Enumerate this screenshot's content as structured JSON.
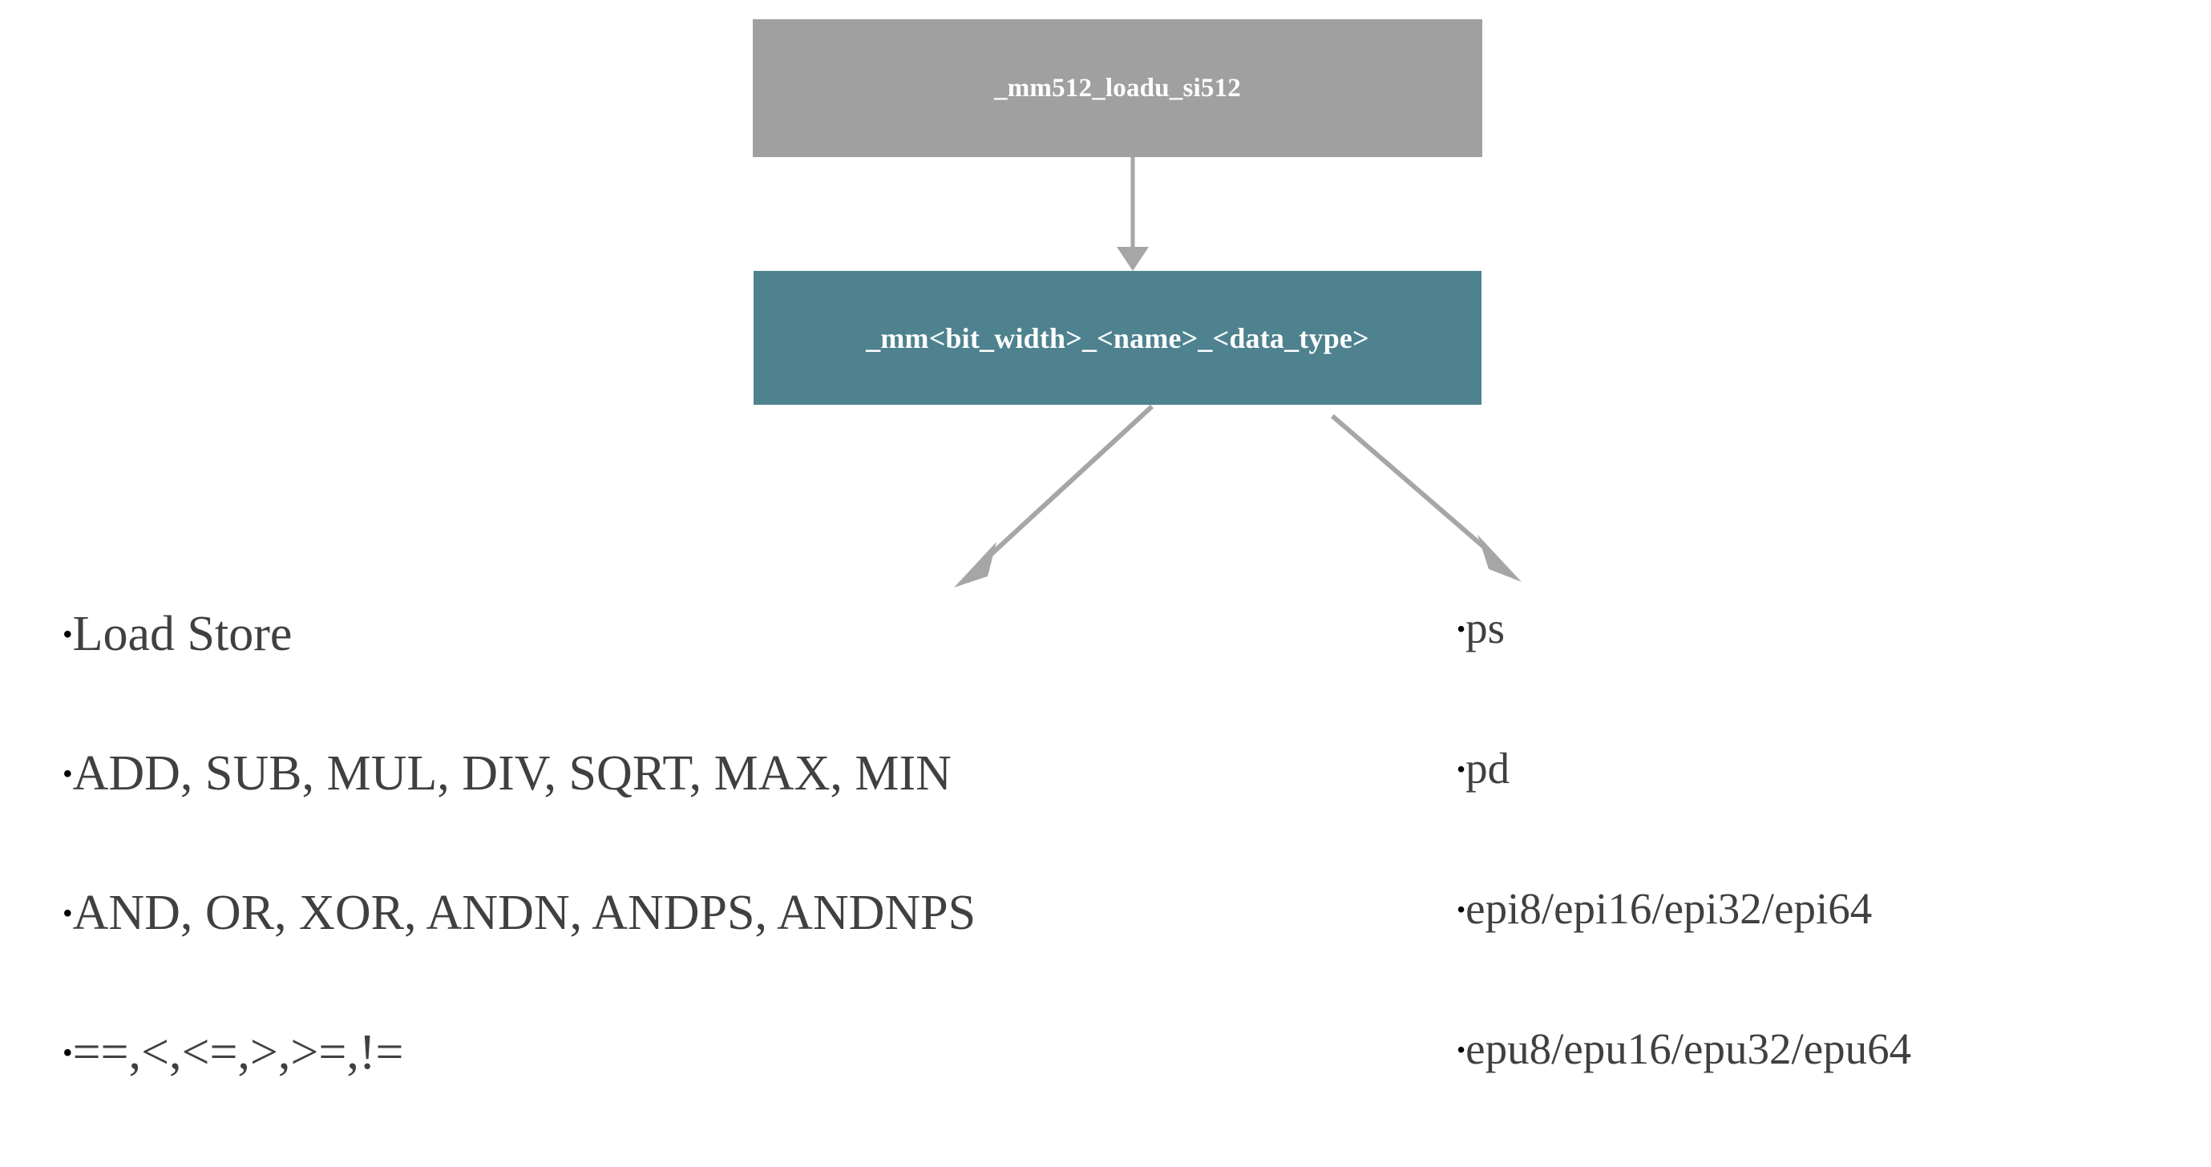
{
  "slide": {
    "background_color": "#ffffff",
    "diagram": {
      "root_node": {
        "label": "_mm512_loadu_si512",
        "fill_color": "#a0a0a0",
        "text_color": "#ffffff"
      },
      "pattern_node": {
        "label": "_mm<bit_width>_<name>_<data_type>",
        "fill_color": "#4e828f",
        "text_color": "#ffffff"
      },
      "connector_color": "#a6a6a6",
      "connectors": [
        {
          "name": "root-to-pattern",
          "direction": "down"
        },
        {
          "name": "pattern-to-operations",
          "direction": "down-left"
        },
        {
          "name": "pattern-to-data-types",
          "direction": "down-right"
        }
      ]
    },
    "operations_list": {
      "bullet_char": "•",
      "text_color": "#404040",
      "items": [
        {
          "label": "Load Store"
        },
        {
          "label": "ADD, SUB, MUL, DIV, SQRT, MAX, MIN"
        },
        {
          "label": "AND, OR, XOR, ANDN, ANDPS, ANDNPS"
        },
        {
          "label": "==,<,<=,>,>=,!="
        }
      ]
    },
    "data_types_list": {
      "bullet_char": "•",
      "text_color": "#404040",
      "items": [
        {
          "label": "ps"
        },
        {
          "label": "pd"
        },
        {
          "label": "epi8/epi16/epi32/epi64"
        },
        {
          "label": "epu8/epu16/epu32/epu64"
        }
      ]
    }
  }
}
